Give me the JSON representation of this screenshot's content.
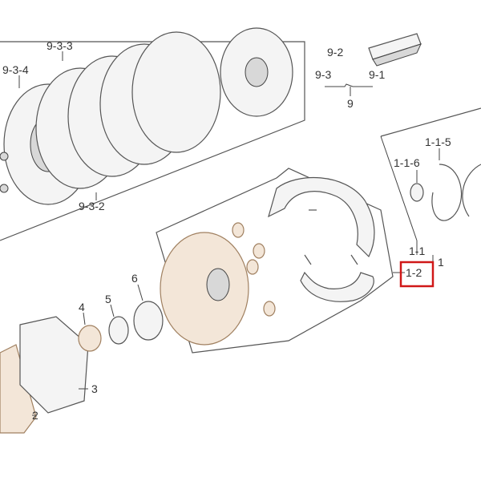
{
  "labels": {
    "l_9_3_3": "9-3-3",
    "l_9_3_4": "9-3-4",
    "l_9_3_2": "9-3-2",
    "l_9_2": "9-2",
    "l_9_3": "9-3",
    "l_9_1": "9-1",
    "l_9": "9",
    "l_1_1_5": "1-1-5",
    "l_1_1_6": "1-1-6",
    "l_1_1": "1-1",
    "l_1": "1",
    "l_1_2": "1-2",
    "l_6": "6",
    "l_5": "5",
    "l_4": "4",
    "l_3": "3",
    "l_2": "2"
  },
  "highlight": {
    "label": "1-2",
    "color": "#d01818"
  }
}
